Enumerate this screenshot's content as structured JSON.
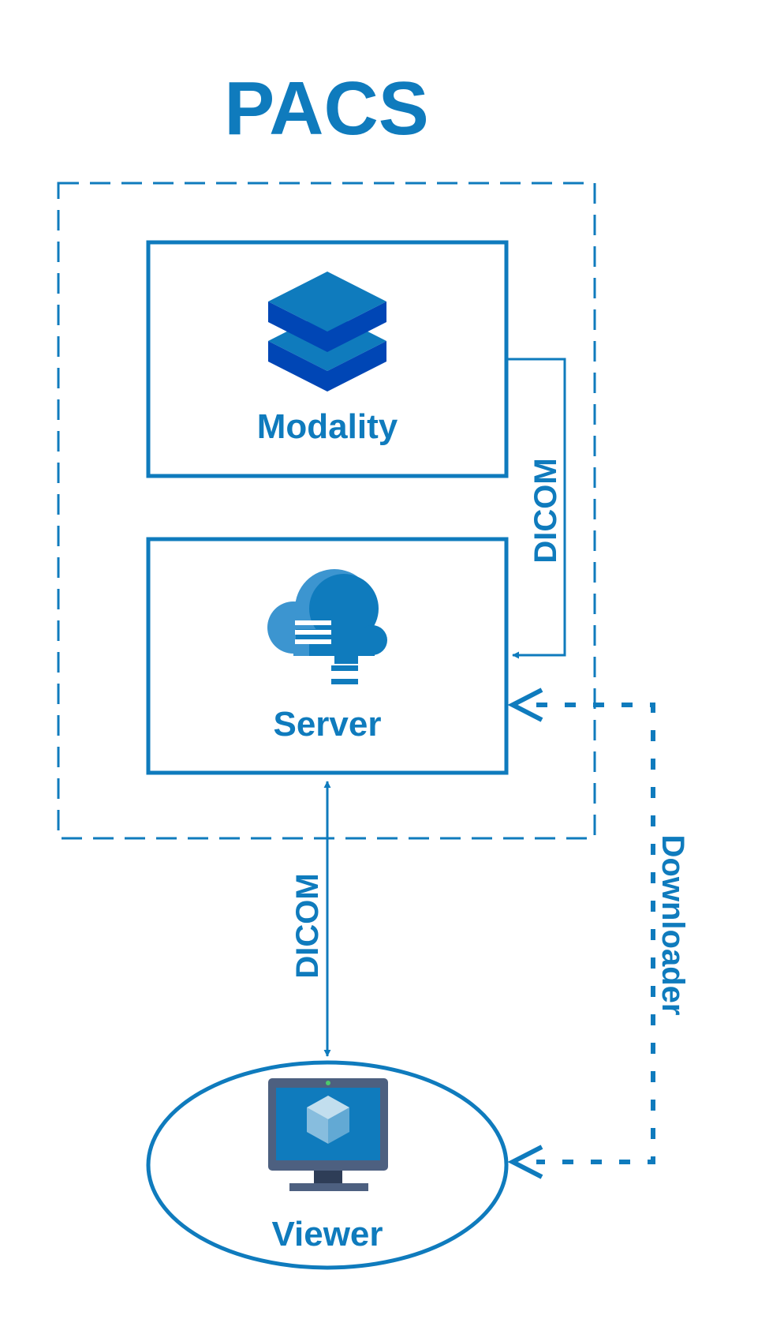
{
  "diagram": {
    "title": "PACS",
    "nodes": {
      "modality": {
        "label": "Modality"
      },
      "server": {
        "label": "Server"
      },
      "viewer": {
        "label": "Viewer"
      }
    },
    "edges": {
      "modality_to_server": {
        "label": "DICOM"
      },
      "server_viewer": {
        "label": "DICOM"
      },
      "downloader": {
        "label": "Downloader"
      }
    }
  },
  "colors": {
    "primary": "#0f7bbd",
    "layer_dark": "#0046b5",
    "cloud_light": "#3c95d0",
    "monitor_frame": "#4d6080",
    "monitor_screen": "#0f7bbd",
    "monitor_stand": "#2e3d57"
  }
}
